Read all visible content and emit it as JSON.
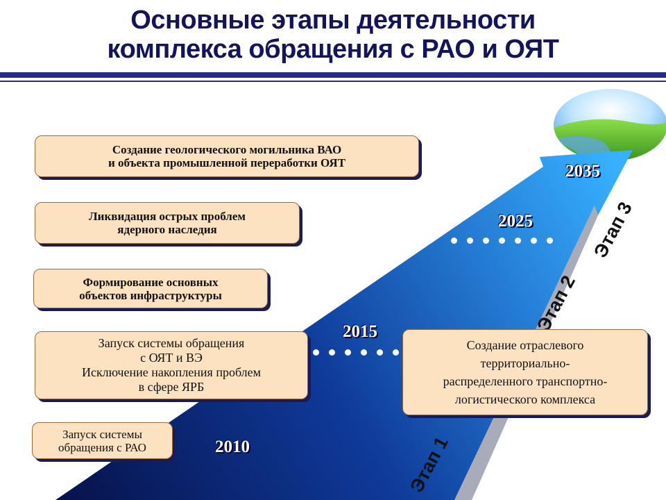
{
  "title": {
    "line1": "Основные этапы деятельности",
    "line2": "комплекса обращения с РАО и ОЯТ"
  },
  "boxes": {
    "box1": {
      "line1": "Создание геологического могильника ВАО",
      "line2": "и объекта  промышленной переработки ОЯТ"
    },
    "box2": {
      "line1": "Ликвидация  острых проблем",
      "line2": "ядерного наследия"
    },
    "box3": {
      "line1": "Формирование основных",
      "line2": "объектов инфраструктуры"
    },
    "box4": {
      "line1": "Запуск системы обращения",
      "line2": "с ОЯТ и ВЭ",
      "line3": "Исключение накопления проблем",
      "line4": "в сфере ЯРБ"
    },
    "box5": {
      "line1": "Запуск системы",
      "line2": "обращения с РАО"
    },
    "box6": {
      "line1": "Создание отраслевого",
      "line2": "территориально-",
      "line3": "распределенного транспортно-",
      "line4": "логистического комплекса"
    }
  },
  "years": {
    "y2010": "2010",
    "y2015": "2015",
    "y2025": "2025",
    "y2035": "2035"
  },
  "stages": {
    "s1": "Этап 1",
    "s2": "Этап 2",
    "s3": "Этап 3"
  },
  "colors": {
    "title": "#14145a",
    "box_fill": "#fde2c2",
    "arrow_dark": "#0b1a5c",
    "arrow_light": "#2ea0f0"
  }
}
